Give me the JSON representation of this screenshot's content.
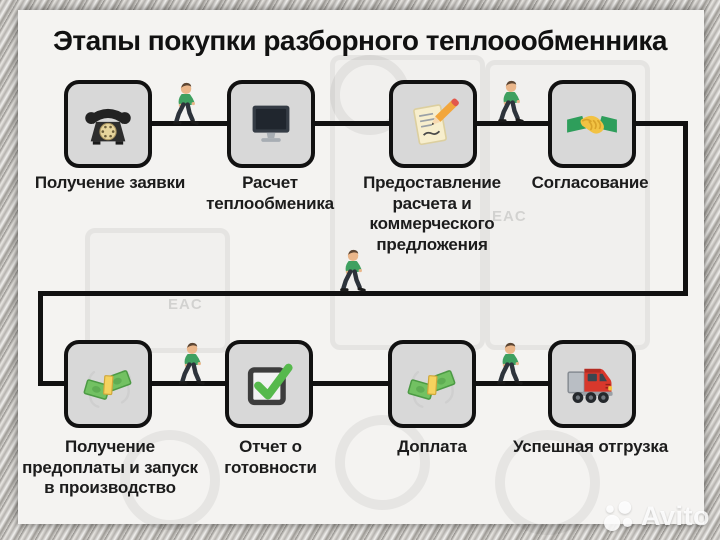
{
  "title": "Этапы покупки разборного теплоообменника",
  "flow": {
    "steps": [
      {
        "icon": "telephone-icon",
        "label": "Получение заявки"
      },
      {
        "icon": "computer-monitor-icon",
        "label": "Расчет\nтеплообменика"
      },
      {
        "icon": "memo-pencil-icon",
        "label": "Предоставление\nрасчета и\nкоммерческого\nпредложения"
      },
      {
        "icon": "handshake-icon",
        "label": "Согласование"
      },
      {
        "icon": "money-wings-icon",
        "label": "Получение\nпредоплаты и запуск\nв производство"
      },
      {
        "icon": "checkbox-check-icon",
        "label": "Отчет о\nготовности"
      },
      {
        "icon": "money-wings-icon",
        "label": "Доплата"
      },
      {
        "icon": "truck-icon",
        "label": "Успешная отгрузка"
      }
    ],
    "connector_icon": "walking-person-icon"
  },
  "background": {
    "eac_label": "EAC"
  },
  "watermark": {
    "logo": "avito-logo",
    "text": "Avito"
  },
  "colors": {
    "line": "#111111",
    "box_fill": "#d8d8d8",
    "box_border": "#111111",
    "panel": "#f4f3f1",
    "check_green": "#56b94c",
    "truck_red": "#d8382c",
    "money_green": "#72c162",
    "handshake_yellow": "#f2c243",
    "sleeve_green": "#2e9e5b"
  }
}
